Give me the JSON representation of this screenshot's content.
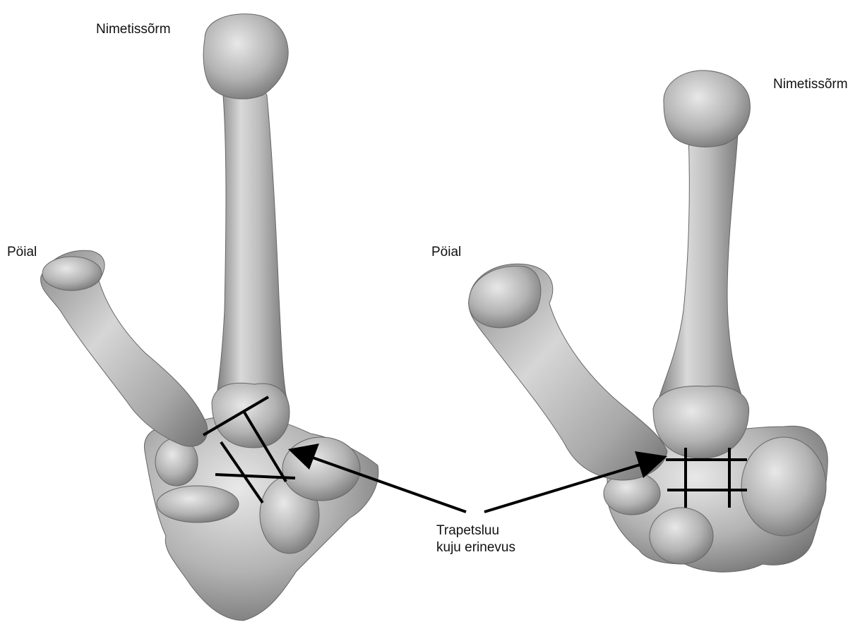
{
  "labels": {
    "index_finger_left": "Nimetissõrm",
    "index_finger_right": "Nimetissõrm",
    "thumb_left": "Pöial",
    "thumb_right": "Pöial",
    "callout_line1": "Trapetsluu",
    "callout_line2": "kuju erinevus"
  },
  "colors": {
    "bone_light": "#e2e2e2",
    "bone_mid": "#a9a9a9",
    "bone_dark": "#6f6f6f",
    "annotation": "#000000",
    "background": "#ffffff"
  }
}
